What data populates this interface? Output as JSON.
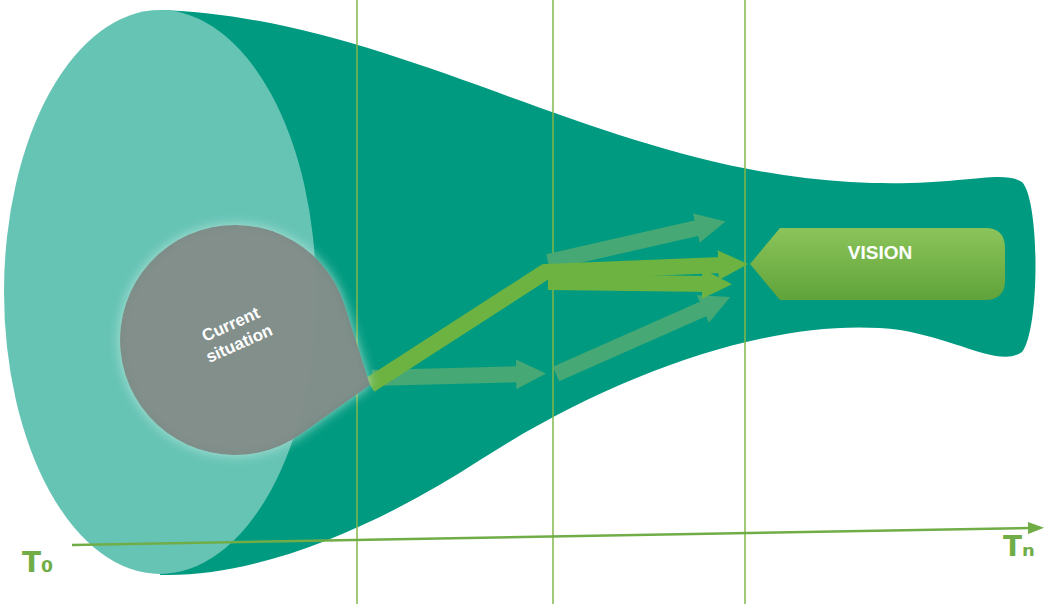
{
  "diagram": {
    "nodes": [
      {
        "text": [
          "Current situation"
        ]
      },
      {
        "text": [
          "VISION"
        ]
      }
    ],
    "edges": [
      {
        "from": 0,
        "to": 1,
        "arrow": "to"
      }
    ],
    "labels": [
      "T₀",
      "Tₙ"
    ]
  }
}
